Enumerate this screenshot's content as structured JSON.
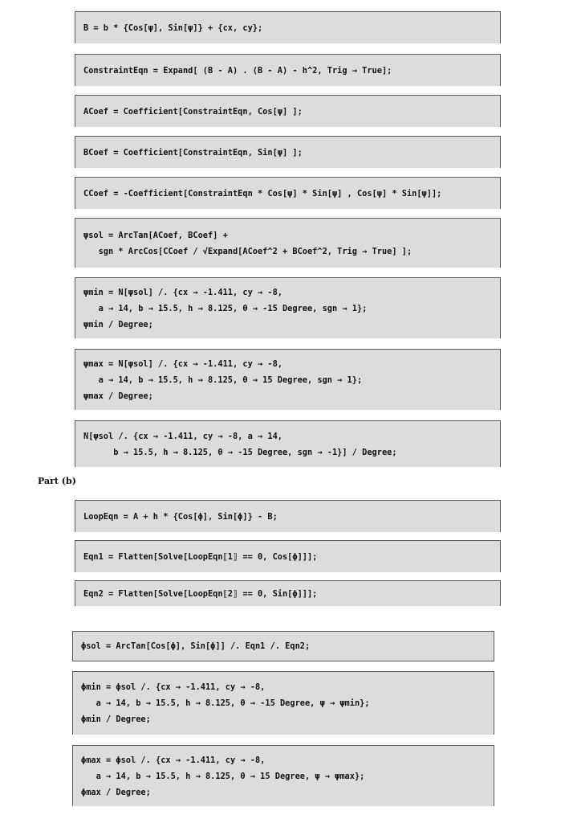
{
  "part_b_label": "Part (b)",
  "cells": [
    {
      "id": "b-def",
      "lines": [
        "B = b * {Cos[ψ], Sin[ψ]} + {cx, cy};"
      ]
    },
    {
      "id": "constraint-eqn",
      "lines": [
        "ConstraintEqn = Expand[ (B - A) . (B - A) - h^2, Trig → True];"
      ]
    },
    {
      "id": "acoef",
      "lines": [
        "ACoef = Coefficient[ConstraintEqn, Cos[ψ] ];"
      ]
    },
    {
      "id": "bcoef",
      "lines": [
        "BCoef = Coefficient[ConstraintEqn, Sin[ψ] ];"
      ]
    },
    {
      "id": "ccoef",
      "lines": [
        "CCoef = -Coefficient[ConstraintEqn * Cos[ψ] * Sin[ψ] , Cos[ψ] * Sin[ψ]];"
      ]
    },
    {
      "id": "psisol",
      "lines": [
        "ψsol = ArcTan[ACoef, BCoef] +",
        "   sgn * ArcCos[CCoef / √Expand[ACoef^2 + BCoef^2, Trig → True] ];"
      ]
    },
    {
      "id": "psimin",
      "lines": [
        "ψmin = N[ψsol] /. {cx → -1.411, cy → -8,",
        "   a → 14, b → 15.5, h → 8.125, θ → -15 Degree, sgn → 1};",
        "ψmin / Degree;"
      ]
    },
    {
      "id": "psimax",
      "lines": [
        "ψmax = N[ψsol] /. {cx → -1.411, cy → -8,",
        "   a → 14, b → 15.5, h → 8.125, θ → 15 Degree, sgn → 1};",
        "ψmax / Degree;"
      ]
    },
    {
      "id": "psisol-eval",
      "lines": [
        "N[ψsol /. {cx → -1.411, cy → -8, a → 14,",
        "      b → 15.5, h → 8.125, θ → -15 Degree, sgn → -1}] / Degree;"
      ]
    },
    {
      "id": "loop-eqn",
      "lines": [
        "LoopEqn = A + h * {Cos[ϕ], Sin[ϕ]} - B;"
      ]
    },
    {
      "id": "eqn1",
      "lines": [
        "Eqn1 = Flatten[Solve[LoopEqn⟦1⟧ == 0, Cos[ϕ]]];"
      ]
    },
    {
      "id": "eqn2",
      "lines": [
        "Eqn2 = Flatten[Solve[LoopEqn⟦2⟧ == 0, Sin[ϕ]]];"
      ]
    },
    {
      "id": "phisol",
      "lines": [
        "ϕsol = ArcTan[Cos[ϕ], Sin[ϕ]] /. Eqn1 /. Eqn2;"
      ]
    },
    {
      "id": "phimin",
      "lines": [
        "ϕmin = ϕsol /. {cx → -1.411, cy → -8,",
        "   a → 14, b → 15.5, h → 8.125, θ → -15 Degree, ψ → ψmin};",
        "ϕmin / Degree;"
      ]
    },
    {
      "id": "phimax",
      "lines": [
        "ϕmax = ϕsol /. {cx → -1.411, cy → -8,",
        "   a → 14, b → 15.5, h → 8.125, θ → 15 Degree, ψ → ψmax};",
        "ϕmax / Degree;"
      ]
    }
  ]
}
